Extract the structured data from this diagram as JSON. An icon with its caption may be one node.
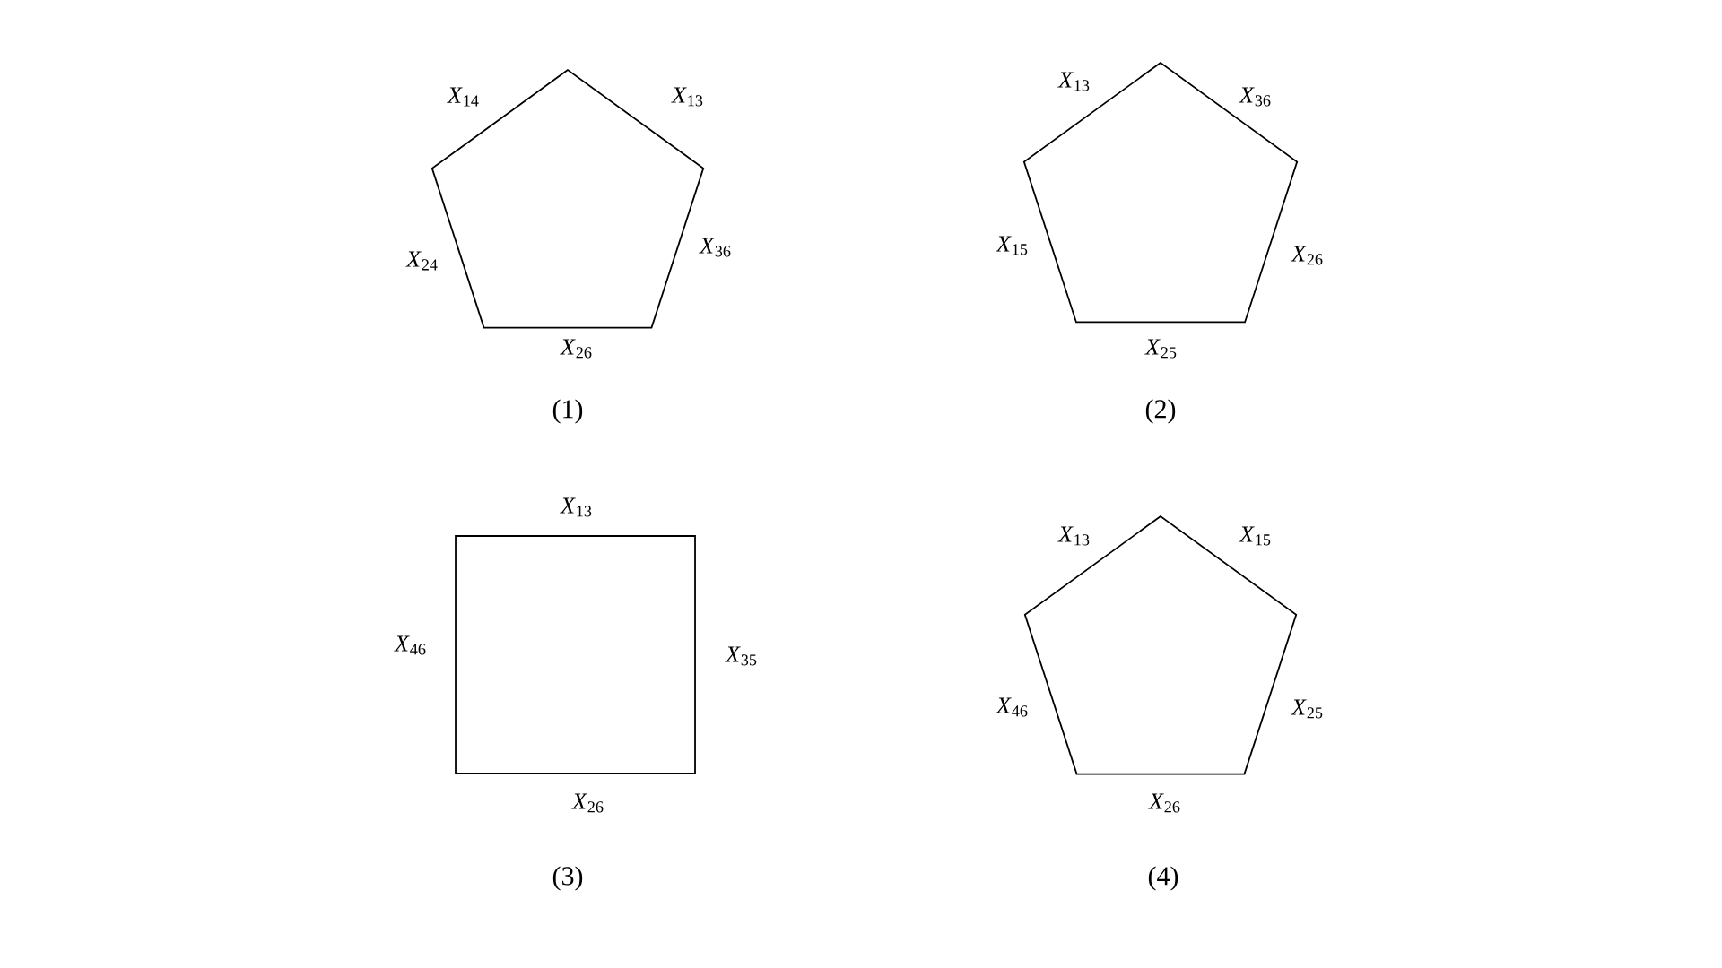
{
  "diagram": {
    "nodes": [
      {
        "text": [],
        "shape": "pentagon",
        "beside": [
          "*X*$_{14}$",
          "*X*$_{13}$",
          "*X*$_{24}$",
          "*X*$_{36}$",
          "*X*$_{26}$",
          "(1)"
        ]
      },
      {
        "text": [],
        "shape": "pentagon",
        "beside": [
          "*X*$_{13}$",
          "*X*$_{36}$",
          "*X*$_{15}$",
          "*X*$_{26}$",
          "*X*$_{25}$",
          "(2)"
        ]
      },
      {
        "text": [],
        "shape": "box",
        "beside": [
          "*X*$_{13}$",
          "*X*$_{46}$",
          "*X*$_{35}$",
          "*X*$_{26}$",
          "(3)"
        ]
      },
      {
        "text": [],
        "shape": "pentagon",
        "beside": [
          "*X*$_{13}$",
          "*X*$_{15}$",
          "*X*$_{46}$",
          "*X*$_{25}$",
          "*X*$_{26}$",
          "(4)"
        ]
      }
    ]
  }
}
